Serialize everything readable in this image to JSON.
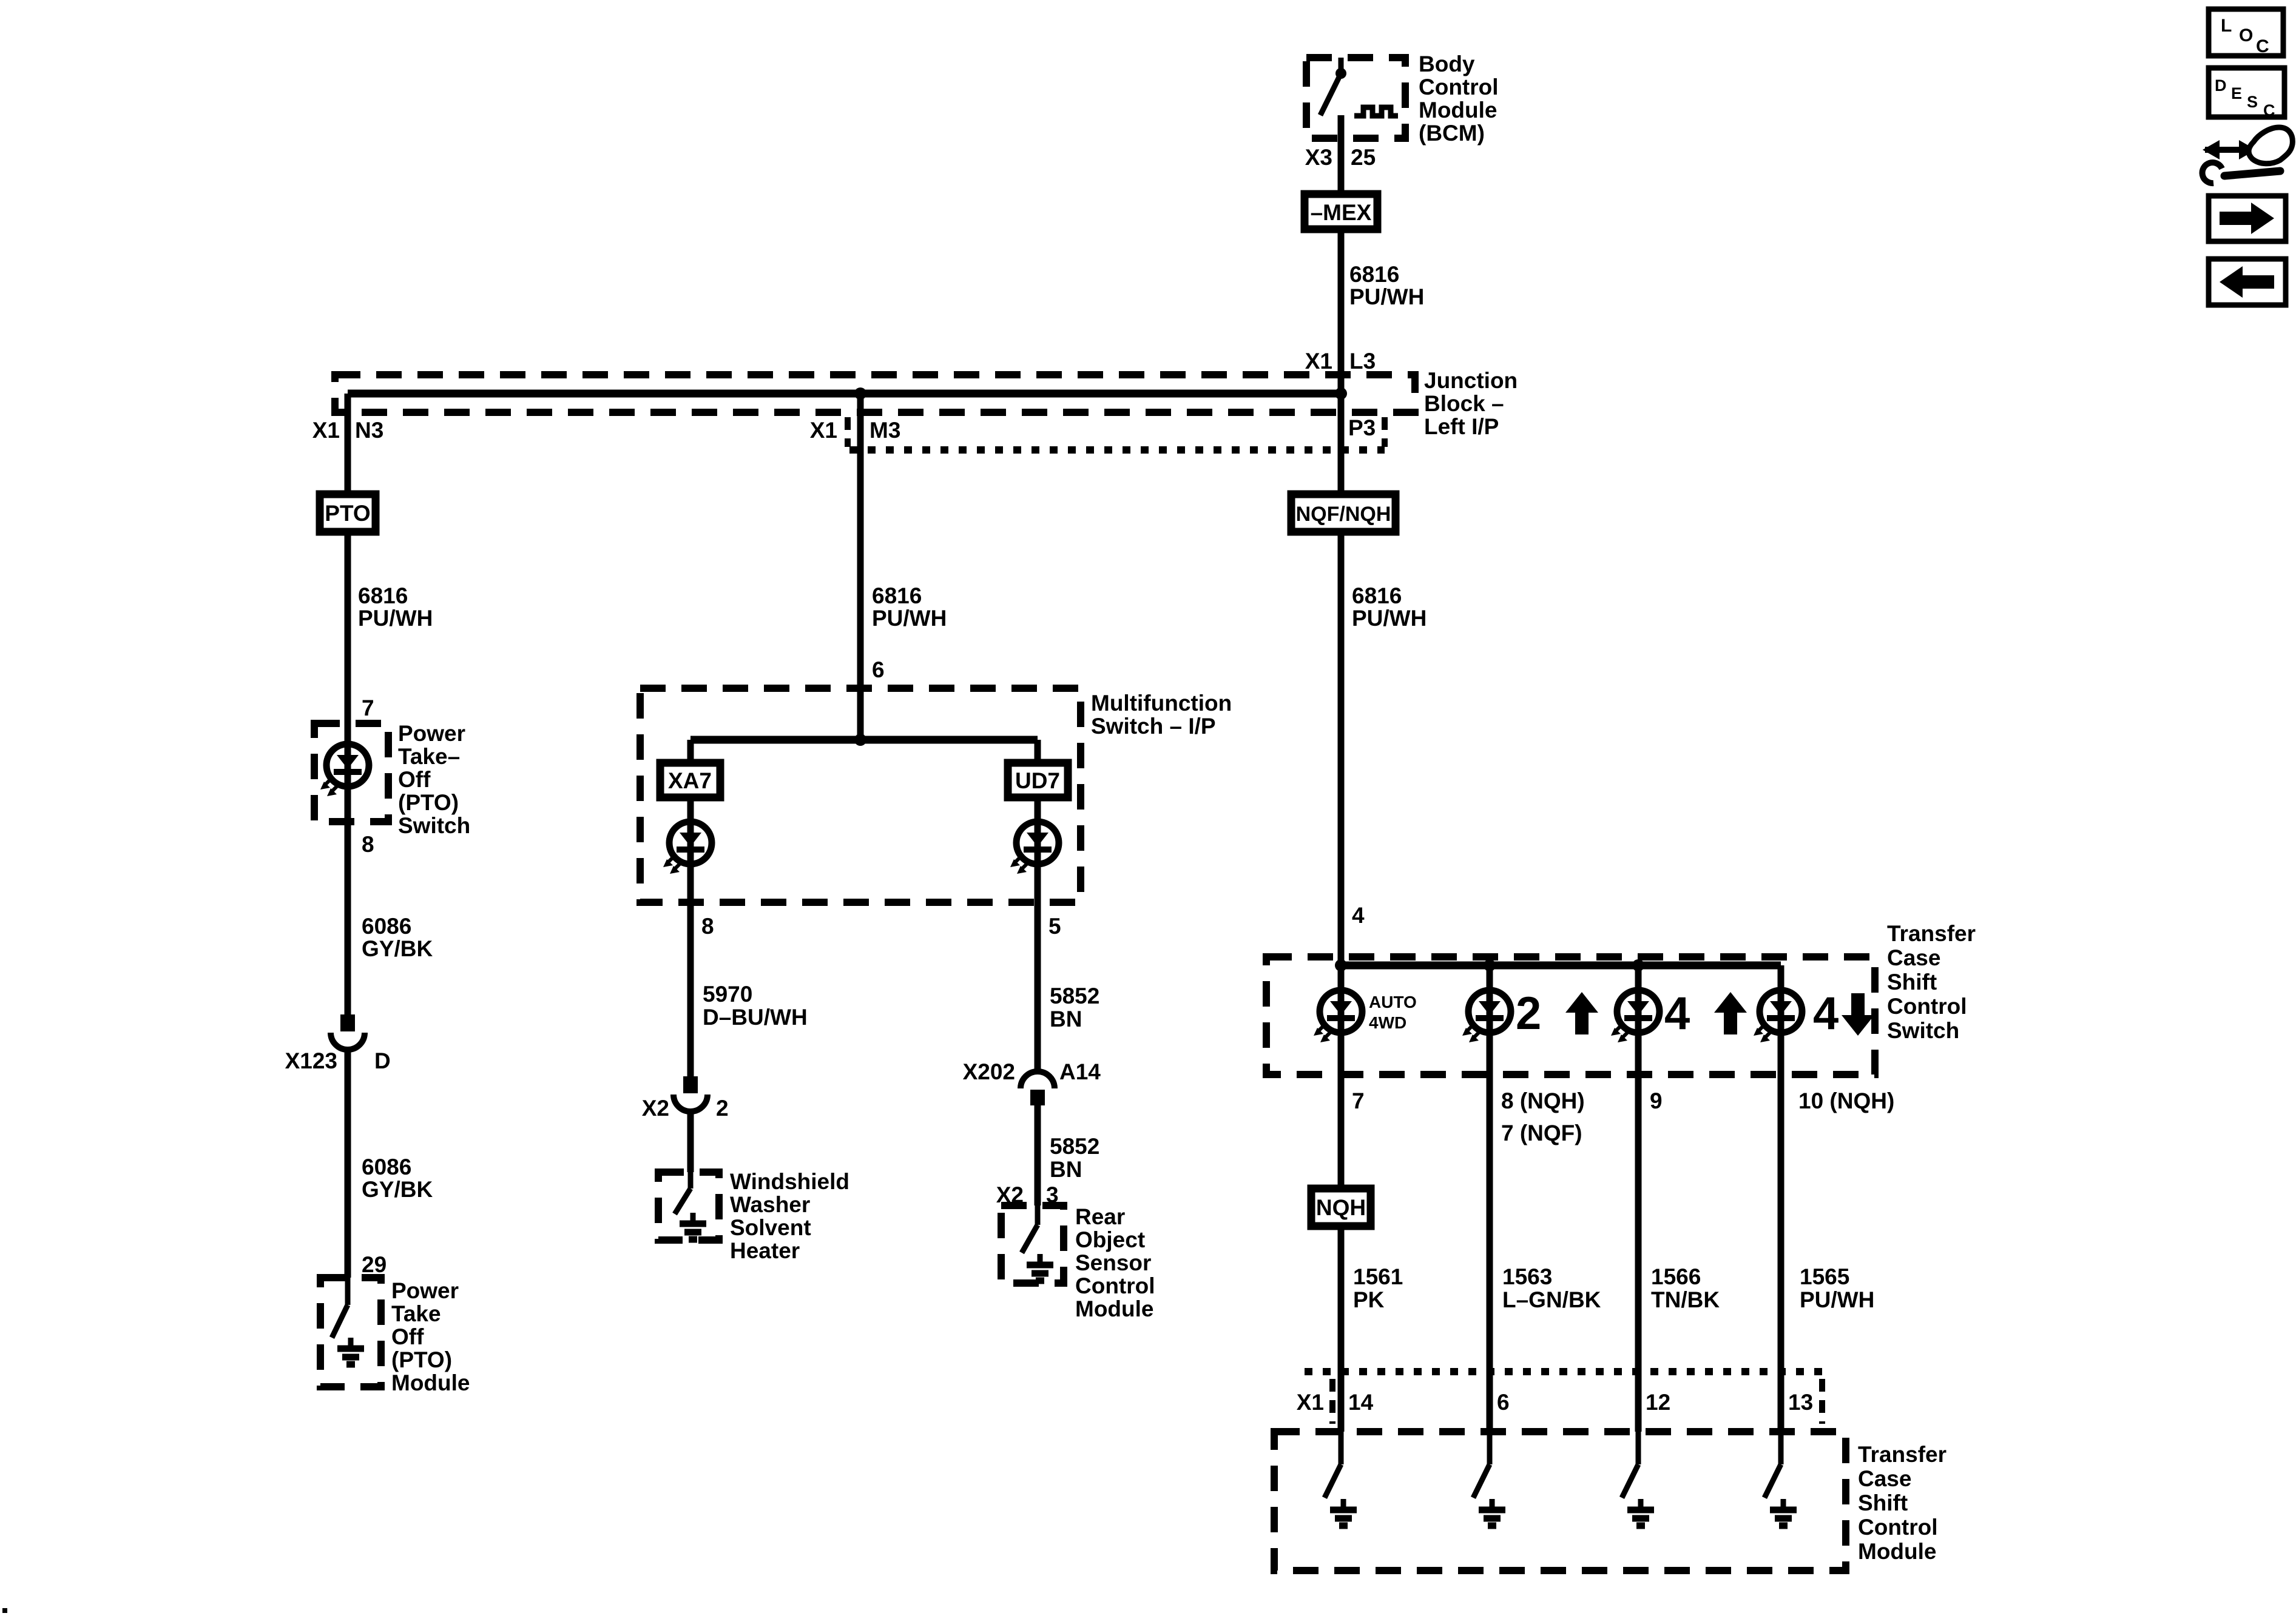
{
  "colors": {
    "ink": "#000000",
    "paper": "#ffffff"
  },
  "sidebar": {
    "loc_letters": [
      "L",
      "O",
      "C"
    ],
    "desc_letters": [
      "D",
      "E",
      "S",
      "C"
    ]
  },
  "circuit_6816": {
    "number": "6816",
    "color": "PU/WH"
  },
  "circuit_6086": {
    "number": "6086",
    "color": "GY/BK"
  },
  "circuit_5852": {
    "number": "5852",
    "color": "BN"
  },
  "bcm": {
    "name": [
      "Body",
      "Control",
      "Module",
      "(BCM)"
    ],
    "connector": "X3",
    "pin": "25",
    "net_label": "–MEX"
  },
  "junction_block": {
    "name": [
      "Junction",
      "Block –",
      "Left I/P"
    ],
    "top_connector": "X1",
    "top_pin": "L3",
    "left_connector": "X1",
    "left_pin": "N3",
    "mid_connector": "X1",
    "mid_pin": "M3",
    "right_pin": "P3"
  },
  "pto_branch": {
    "net_label": "PTO",
    "switch_pin_in": "7",
    "switch_name": [
      "Power",
      "Take–",
      "Off",
      "(PTO)",
      "Switch"
    ],
    "switch_pin_out": "8",
    "connector": "X123",
    "connector_pin": "D",
    "module_pin": "29",
    "module_name": [
      "Power",
      "Take",
      "Off",
      "(PTO)",
      "Module"
    ]
  },
  "mf_branch": {
    "pin_in": "6",
    "box_name": [
      "Multifunction",
      "Switch – I/P"
    ],
    "left_net": "XA7",
    "right_net": "UD7",
    "left_pin_out": "8",
    "right_pin_out": "5",
    "washer": {
      "wire": {
        "number": "5970",
        "color": "D–BU/WH"
      },
      "connector": "X2",
      "connector_pin": "2",
      "module_name": [
        "Windshield",
        "Washer",
        "Solvent",
        "Heater"
      ]
    },
    "rear_sensor": {
      "connector1": "X202",
      "connector1_pin": "A14",
      "connector2": "X2",
      "connector2_pin": "3",
      "module_name": [
        "Rear",
        "Object",
        "Sensor",
        "Control",
        "Module"
      ]
    }
  },
  "tc_branch": {
    "net_label_top": "NQF/NQH",
    "pin_in": "4",
    "switch_name": [
      "Transfer",
      "Case",
      "Shift",
      "Control",
      "Switch"
    ],
    "leds": {
      "auto_line1": "AUTO",
      "auto_line2": "4WD",
      "two": "2",
      "four_up": "4",
      "four_down": "4"
    },
    "pins_out": [
      "7",
      "8 (NQH)",
      "7 (NQF)",
      "9",
      "10 (NQH)"
    ],
    "net_label_mid": "NQH",
    "wires": [
      {
        "number": "1561",
        "color": "PK"
      },
      {
        "number": "1563",
        "color": "L–GN/BK"
      },
      {
        "number": "1566",
        "color": "TN/BK"
      },
      {
        "number": "1565",
        "color": "PU/WH"
      }
    ],
    "module_connector": "X1",
    "module_pins": [
      "14",
      "6",
      "12",
      "13"
    ],
    "module_name": [
      "Transfer",
      "Case",
      "Shift",
      "Control",
      "Module"
    ]
  }
}
